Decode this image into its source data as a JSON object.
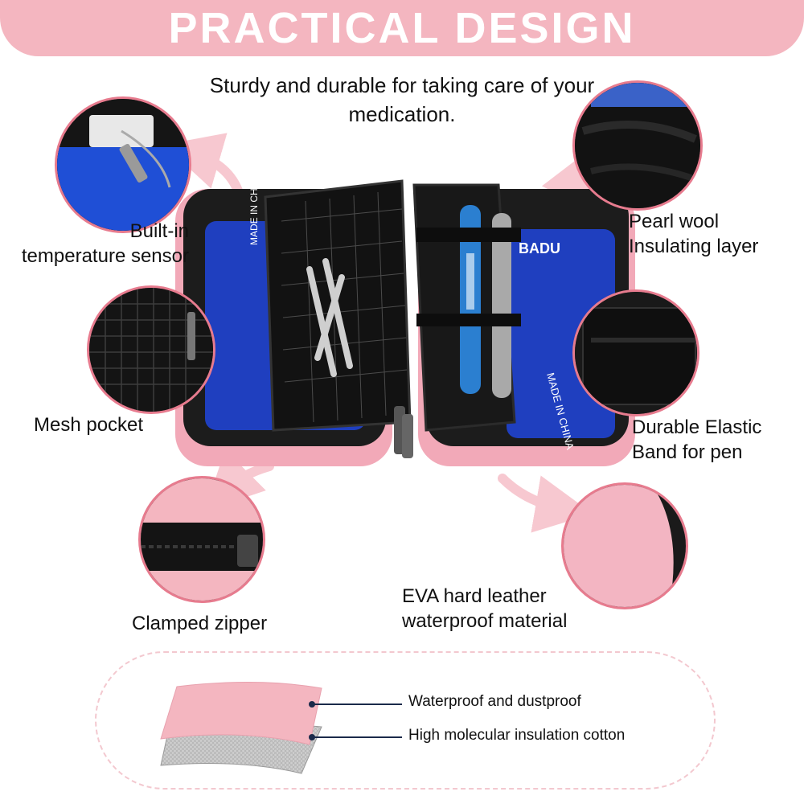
{
  "banner": {
    "title": "PRACTICAL DESIGN"
  },
  "subtitle": {
    "line1": "Sturdy and durable for taking care of your",
    "line2": "medication."
  },
  "features": {
    "temperature_sensor": {
      "line1": "Built-in",
      "line2": "temperature sensor"
    },
    "pearl_wool": {
      "line1": "Pearl wool",
      "line2": "Insulating layer"
    },
    "mesh_pocket": {
      "line1": "Mesh pocket"
    },
    "elastic_band": {
      "line1": "Durable Elastic",
      "line2": "Band for pen"
    },
    "zipper": {
      "line1": "Clamped zipper"
    },
    "eva_material": {
      "line1": "EVA hard leather",
      "line2": "waterproof material"
    }
  },
  "product_print": {
    "brand": "BADU",
    "made_in": "MADE IN CHINA"
  },
  "layers": {
    "outer": "Waterproof and dustproof",
    "inner": "High molecular insulation cotton"
  },
  "colors": {
    "accent": "#f4b6c0",
    "arrow": "#f7c3cc",
    "case": "#f2a9b8",
    "ice_pack": "#1f3fbf"
  }
}
